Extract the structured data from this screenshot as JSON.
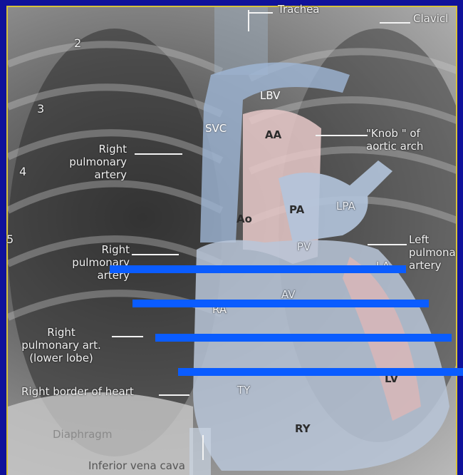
{
  "labels": {
    "trachea": "Trachea",
    "clavicle": "Clavicl",
    "lbv": "LBV",
    "svc": "SVC",
    "aa": "AA",
    "knob": "\"Knob \" of\naortic arch",
    "right_pa_1": "Right\npulmonary\nartery",
    "ao": "Ao",
    "pa": "PA",
    "lpa": "LPA",
    "pv": "PV",
    "left_pa": "Left\npulmona\nartery",
    "right_pa_2": "Right\npulmonary\nartery",
    "la": "LA",
    "av": "AV",
    "ra": "RA",
    "right_pa_lower": "Right\npulmonary art.\n(lower lobe)",
    "right_border": "Right border of heart",
    "ty": "TY",
    "lv": "LV",
    "ry": "RY",
    "diaphragm": "Diaphragm",
    "ivc": "Inferior vena cava",
    "rib_2": "2",
    "rib_3": "3",
    "rib_4": "4",
    "rib_5": "5"
  },
  "colors": {
    "frame": "#10129a",
    "marker_bars": "#0a5cff",
    "border": "#d6c23a"
  }
}
